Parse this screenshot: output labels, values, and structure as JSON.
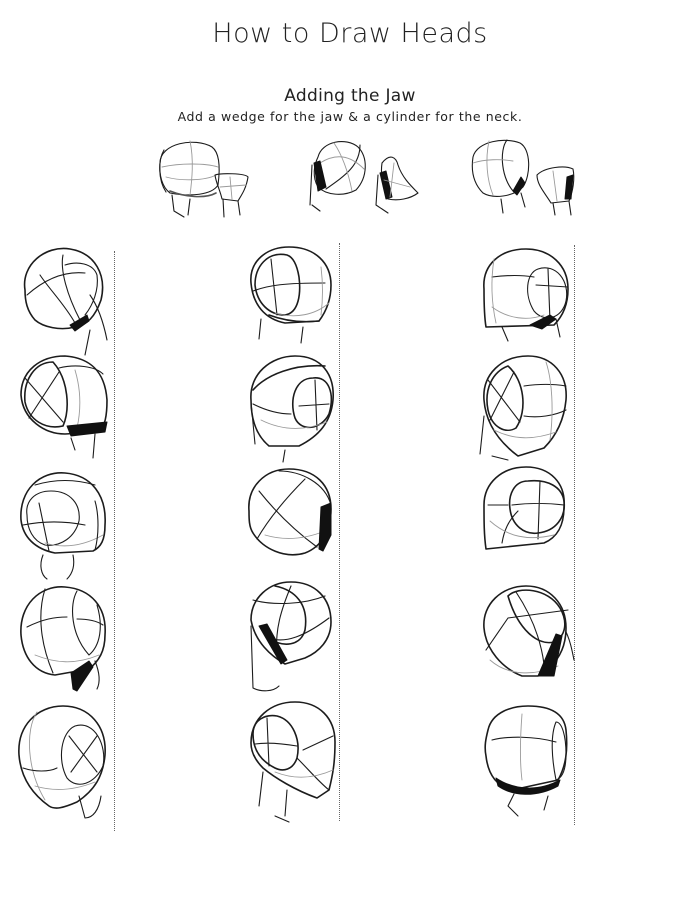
{
  "page": {
    "title": "How to Draw Heads",
    "section_title": "Adding the Jaw",
    "instruction": "Add a wedge for the jaw & a cylinder for the neck."
  },
  "examples": [
    {
      "id": "example-front",
      "parts": [
        "head-with-jaw",
        "jaw-wedge-with-neck"
      ]
    },
    {
      "id": "example-side-tilt",
      "parts": [
        "head-with-jaw",
        "jaw-wedge-with-neck"
      ]
    },
    {
      "id": "example-three-quarter",
      "parts": [
        "head-with-jaw",
        "jaw-wedge-with-neck"
      ]
    }
  ],
  "practice_columns": [
    {
      "id": "column-1",
      "heads": 5,
      "guide_line": "dotted"
    },
    {
      "id": "column-2",
      "heads": 5,
      "guide_line": "dotted"
    },
    {
      "id": "column-3",
      "heads": 5,
      "guide_line": "dotted"
    }
  ],
  "colors": {
    "ink": "#1c1c1c",
    "construction": "#9a9a9a",
    "background": "#ffffff"
  }
}
